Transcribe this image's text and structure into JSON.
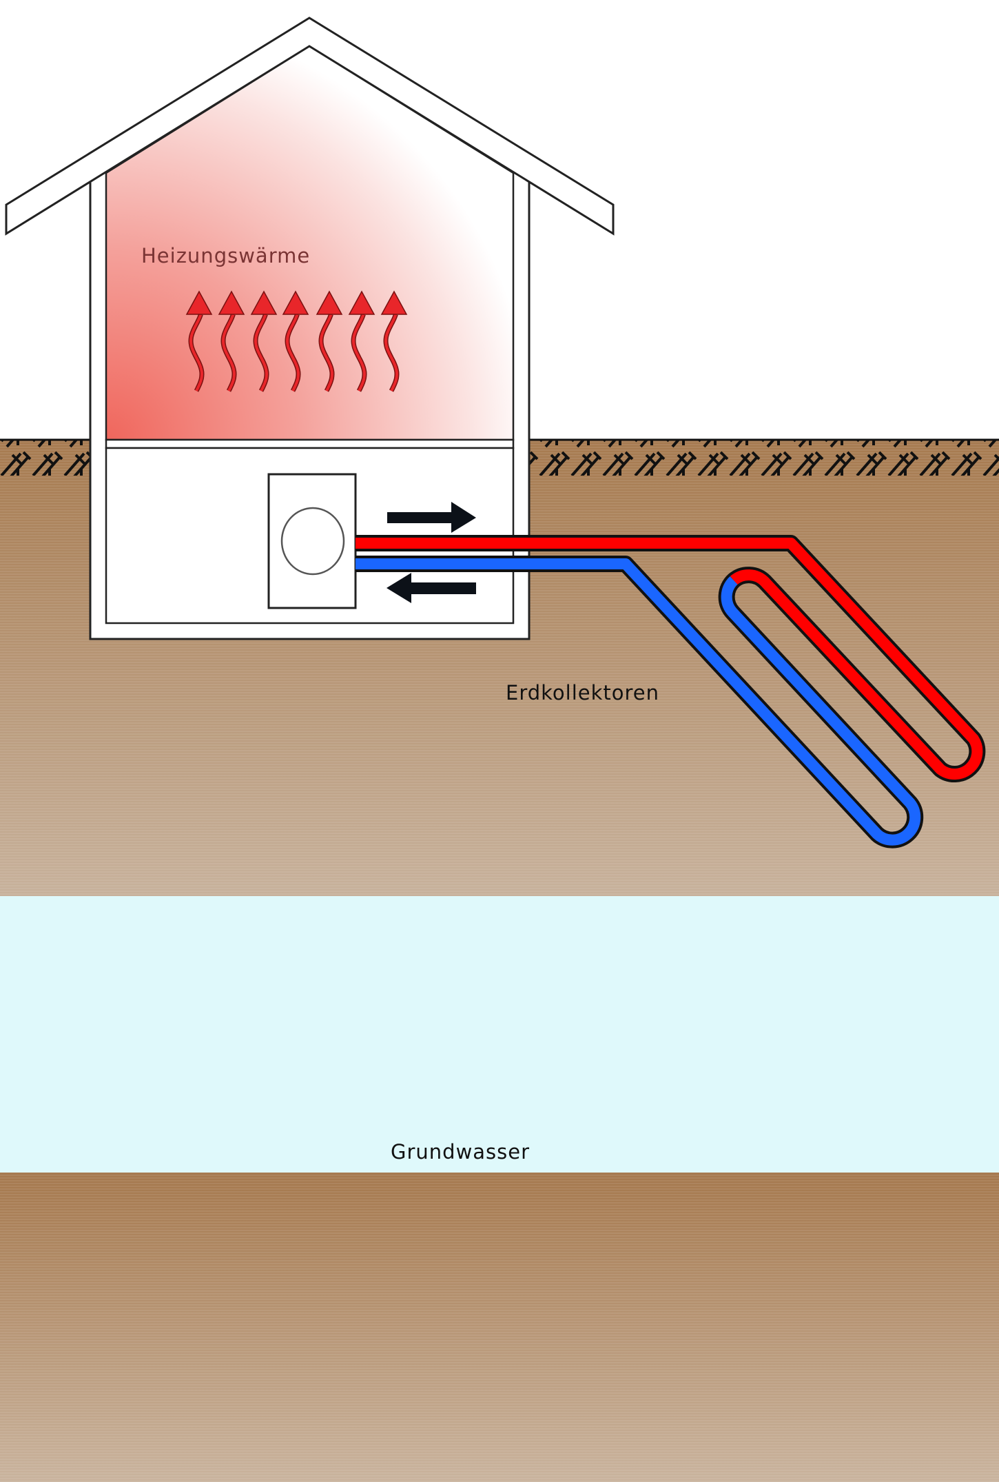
{
  "labels": {
    "heating_heat": "Heizungswärme",
    "ground_collectors": "Erdkollektoren",
    "groundwater": "Grundwasser"
  },
  "colors": {
    "supply_pipe": "#ff0000",
    "return_pipe": "#1a66ff",
    "soil": "#a67c55",
    "groundwater": "#dff9fb",
    "heat": "#e8262a"
  }
}
